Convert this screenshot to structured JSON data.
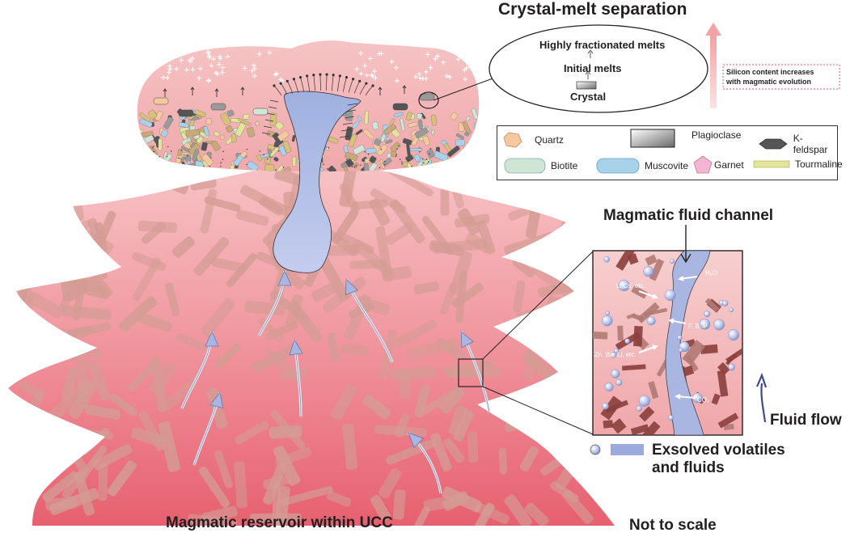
{
  "title": "Crystal-melt separation",
  "callout": {
    "highly": "Highly fractionated melts",
    "initial": "Initial melts",
    "crystal": "Crystal"
  },
  "silicon_note": {
    "line1": "Silicon content increases",
    "line2": "with magmatic evolution"
  },
  "legend": {
    "items": [
      {
        "label": "Quartz",
        "color": "#f5c8a0"
      },
      {
        "label": "Plagioclase",
        "color": "#9a9a9a"
      },
      {
        "label": "K-feldspar",
        "color": "#555555"
      },
      {
        "label": "Biotite",
        "color": "#cfe5d6"
      },
      {
        "label": "Muscovite",
        "color": "#a8d2ea"
      },
      {
        "label": "Garnet",
        "color": "#f2b6d4"
      },
      {
        "label": "Tourmaline",
        "color": "#e3e69a"
      }
    ]
  },
  "channel_label": "Magmatic fluid channel",
  "fluid_flow": "Fluid flow",
  "volatiles": {
    "line1": "Exsolved volatiles",
    "line2": "and fluids"
  },
  "reservoir": "Magmatic reservoir within UCC",
  "scale": "Not to scale",
  "inset_labels": {
    "h2o": "H₂O",
    "lics": "Li,Cs, etc.",
    "fbp": "F, B, P",
    "znbali": "Zn, Ba, Li, etc.",
    "co2": "CO₂"
  },
  "colors": {
    "magma": "#ec7b86",
    "magma_light": "#f7c7c9",
    "fluid": "#a9b6e2",
    "crystal_rod": "#d49c94",
    "dark_crystal": "#8a3f3c",
    "arrow_pink": "#f3b4b4"
  }
}
